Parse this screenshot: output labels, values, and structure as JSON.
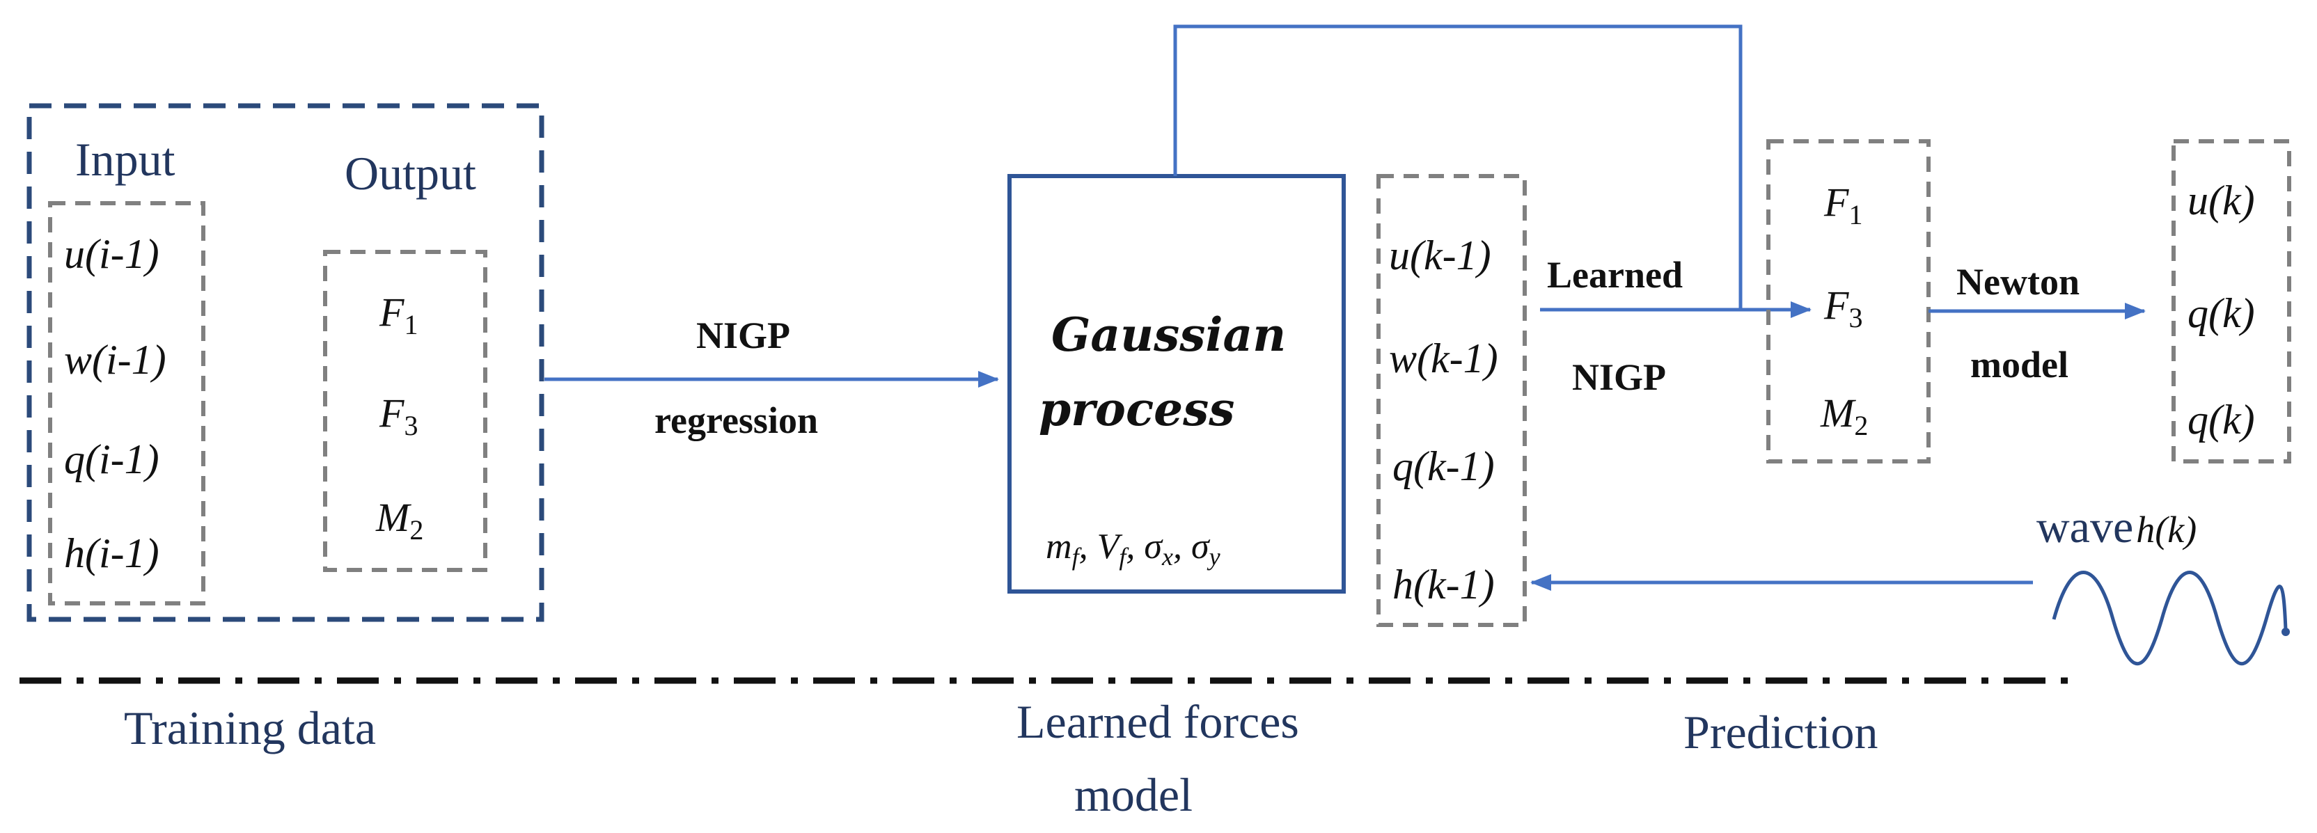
{
  "training": {
    "input_title": "Input",
    "output_title": "Output",
    "inputs": [
      "u(i-1)",
      "w(i-1)",
      "q(i-1)",
      "h(i-1)"
    ],
    "outputs": [
      {
        "base": "F",
        "sub": "1"
      },
      {
        "base": "F",
        "sub": "3"
      },
      {
        "base": "M",
        "sub": "2"
      }
    ]
  },
  "regression": {
    "line1": "NIGP",
    "line2": "regression"
  },
  "gp_box": {
    "line1": "Gaussian",
    "line2": "process",
    "params": [
      {
        "base": "m",
        "sub": "f"
      },
      {
        "base": "V",
        "sub": "f"
      },
      {
        "base": "σ",
        "sub": "x"
      },
      {
        "base": "σ",
        "sub": "y"
      }
    ]
  },
  "state_inputs": [
    "u(k-1)",
    "w(k-1)",
    "q(k-1)",
    "h(k-1)"
  ],
  "learned": {
    "line1": "Learned",
    "line2": "NIGP"
  },
  "forces": [
    {
      "base": "F",
      "sub": "1"
    },
    {
      "base": "F",
      "sub": "3"
    },
    {
      "base": "M",
      "sub": "2"
    }
  ],
  "newton": {
    "line1": "Newton",
    "line2": "model"
  },
  "outputs_k": [
    "u(k)",
    "q(k)",
    "q(k)"
  ],
  "wave": {
    "label": "wave",
    "fn": "h(k)"
  },
  "sections": {
    "training": "Training data",
    "learned_line1": "Learned forces",
    "learned_line2": "model",
    "prediction": "Prediction"
  },
  "colors": {
    "navy_dash": "#2b4a7a",
    "gray_dash": "#808080",
    "arrow_blue": "#4472c4",
    "gp_box": "#2f5597",
    "text_navy": "#22365e"
  }
}
